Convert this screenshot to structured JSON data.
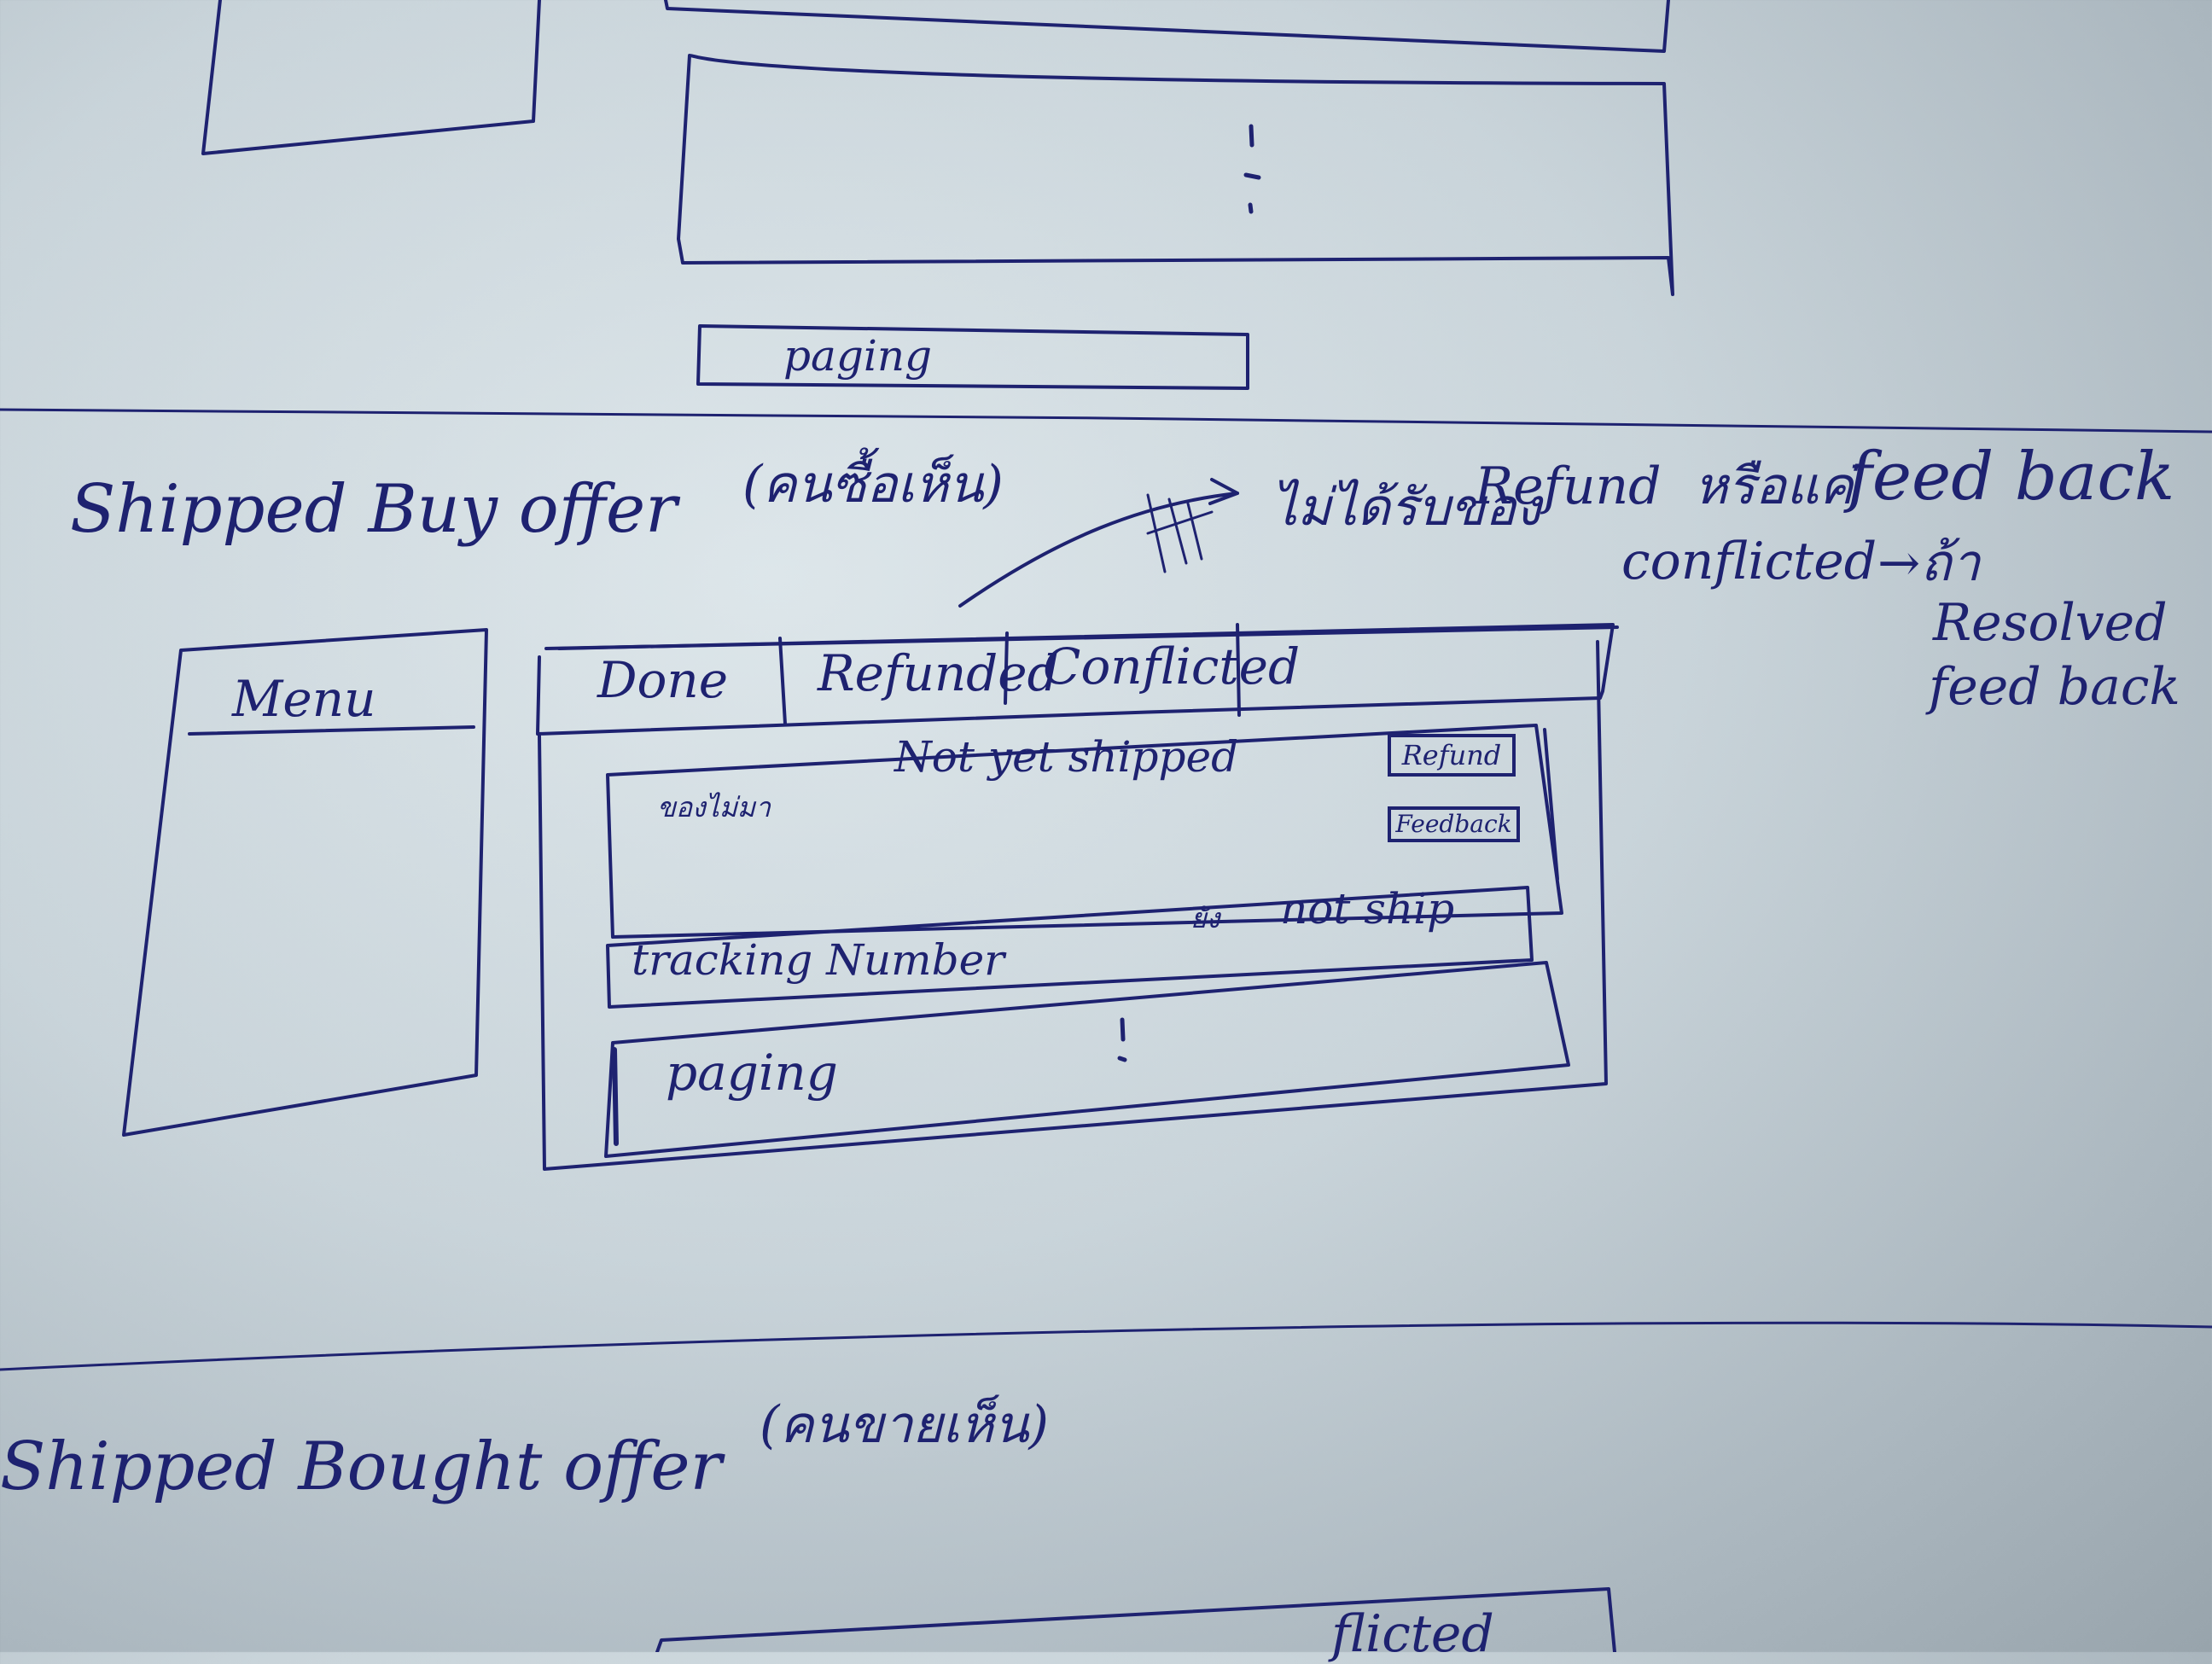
{
  "top_section": {
    "paging_label": "paging"
  },
  "shipped_buy_offer": {
    "title": "Shipped Buy offer",
    "title_note_thai": "(คนซื้อเห็น)",
    "annotation_line1_thai": "ไม่ได้รับของ",
    "annotation_refund": "Refund",
    "annotation_mid_thai": "หรือแค่",
    "annotation_feedback": "feed back",
    "annotation_conflicted": "conflicted",
    "annotation_arrow_thai": "→ถ้า",
    "annotation_resolved": "Resolved",
    "annotation_feedback2": "feed back",
    "menu_label": "Menu",
    "tabs": [
      {
        "label": "Done"
      },
      {
        "label": "Refunded"
      },
      {
        "label": "Conflicted"
      }
    ],
    "row1_text_thai": "ของไม่มา",
    "row1_status": "Not yet shipped",
    "refund_button": "Refund",
    "feedback_button": "Feedback",
    "not_ship_label_thai": "ยัง",
    "not_ship_label": "not ship",
    "tracking_label": "tracking Number",
    "paging_label": "paging"
  },
  "shipped_bought_offer": {
    "title": "Shipped Bought offer",
    "title_note_thai": "(คนขายเห็น)",
    "bottom_fragment": "flicted"
  }
}
